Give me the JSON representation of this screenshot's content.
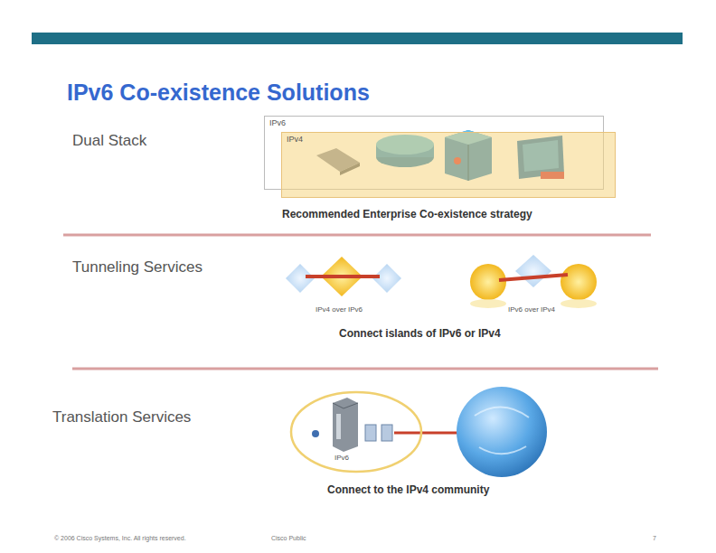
{
  "diagram": {
    "title": "IPv6 Co-existence Solutions",
    "nodes": [
      {
        "text": [
          "IPv6"
        ]
      },
      {
        "text": [
          "IPv4"
        ],
        "in": 0
      },
      {
        "text": [
          "IPv6"
        ]
      }
    ],
    "labels": [
      "Dual Stack",
      "Recommended Enterprise Co-existence strategy",
      "Tunneling Services",
      "IPv4 over IPv6",
      "IPv6 over IPv4",
      "Connect islands of IPv6 or IPv4",
      "Translation Services",
      "Connect to the IPv4 community",
      "© 2006 Cisco Systems, Inc. All rights reserved.",
      "Cisco Public",
      "7"
    ]
  }
}
